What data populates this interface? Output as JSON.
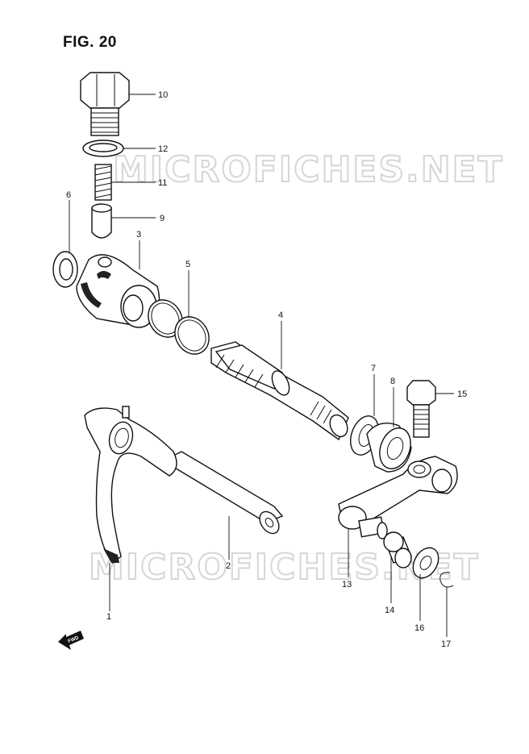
{
  "figure": {
    "title": "FIG. 20"
  },
  "watermark": {
    "text": "MICROFICHES.NET"
  },
  "direction_badge": {
    "text": "FWD"
  },
  "callouts": [
    {
      "id": "c1",
      "label": "1"
    },
    {
      "id": "c2",
      "label": "2"
    },
    {
      "id": "c3",
      "label": "3"
    },
    {
      "id": "c4",
      "label": "4"
    },
    {
      "id": "c5",
      "label": "5"
    },
    {
      "id": "c6",
      "label": "6"
    },
    {
      "id": "c7",
      "label": "7"
    },
    {
      "id": "c8",
      "label": "8"
    },
    {
      "id": "c9",
      "label": "9"
    },
    {
      "id": "c10",
      "label": "10"
    },
    {
      "id": "c11",
      "label": "11"
    },
    {
      "id": "c12",
      "label": "12"
    },
    {
      "id": "c13",
      "label": "13"
    },
    {
      "id": "c14",
      "label": "14"
    },
    {
      "id": "c15",
      "label": "15"
    },
    {
      "id": "c16",
      "label": "16"
    },
    {
      "id": "c17",
      "label": "17"
    }
  ]
}
